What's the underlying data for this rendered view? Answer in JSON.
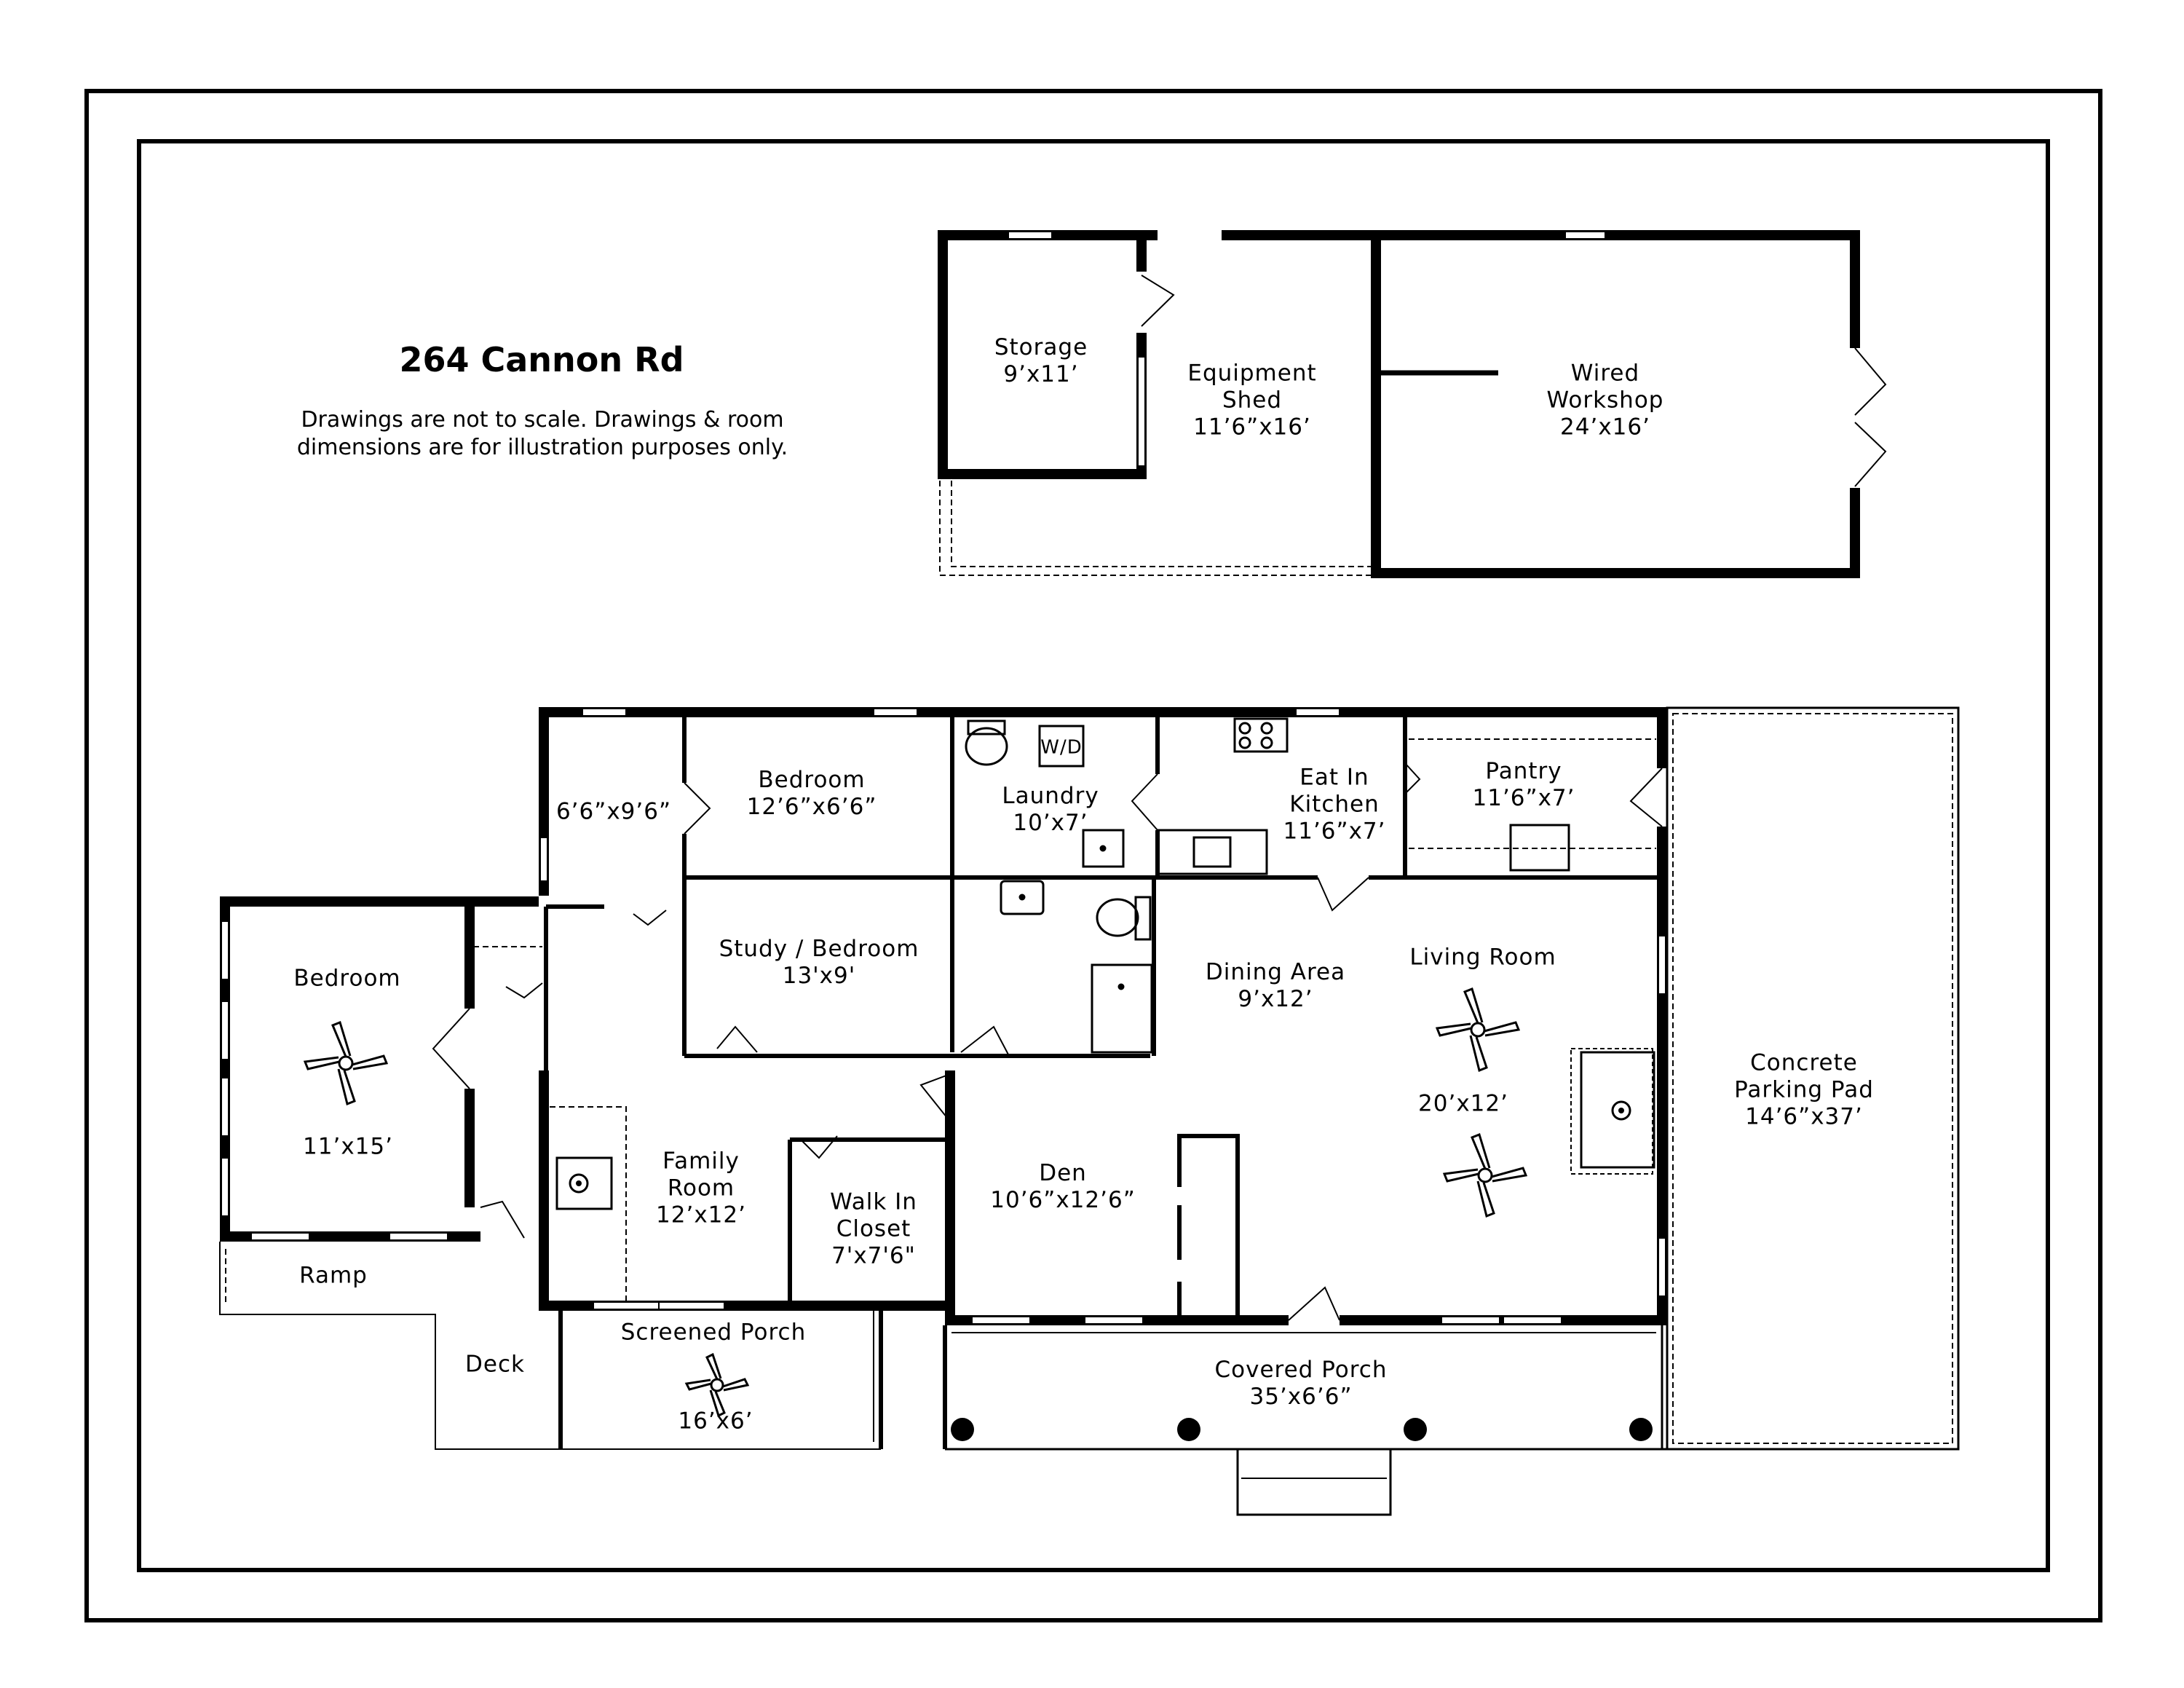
{
  "title": "264 Cannon Rd",
  "disclaimer": {
    "line1": "Drawings are not to scale. Drawings & room",
    "line2": "dimensions are for illustration purposes only."
  },
  "appliance_labels": {
    "washer_dryer": "W/D"
  },
  "rooms": {
    "storage": {
      "name": "Storage",
      "size": "9’x11’"
    },
    "equipment_shed": {
      "name1": "Equipment",
      "name2": "Shed",
      "size": "11’6”x16’"
    },
    "wired_workshop": {
      "name1": "Wired",
      "name2": "Workshop",
      "size": "24’x16’"
    },
    "hall_closet": {
      "size": "6’6”x9’6”"
    },
    "bedroom_upper": {
      "name": "Bedroom",
      "size": "12’6”x6’6”"
    },
    "laundry": {
      "name": "Laundry",
      "size": "10’x7’"
    },
    "eat_in_kitchen": {
      "name1": "Eat In",
      "name2": "Kitchen",
      "size": "11’6”x7’"
    },
    "pantry": {
      "name": "Pantry",
      "size": "11’6”x7’"
    },
    "bedroom_left": {
      "name": "Bedroom",
      "size": "11’x15’"
    },
    "study_bedroom": {
      "name": "Study / Bedroom",
      "size": "13'x9'"
    },
    "dining_area": {
      "name": "Dining Area",
      "size": "9’x12’"
    },
    "living_room": {
      "name": "Living Room",
      "size": "20’x12’"
    },
    "concrete_pad": {
      "name1": "Concrete",
      "name2": "Parking Pad",
      "size": "14’6”x37’"
    },
    "family_room": {
      "name1": "Family",
      "name2": "Room",
      "size": "12’x12’"
    },
    "walk_in_closet": {
      "name1": "Walk In",
      "name2": "Closet",
      "size": "7'x7'6\""
    },
    "den": {
      "name": "Den",
      "size": "10’6”x12’6”"
    },
    "ramp": {
      "name": "Ramp"
    },
    "deck": {
      "name": "Deck"
    },
    "screened_porch": {
      "name": "Screened Porch",
      "size": "16’x6’"
    },
    "covered_porch": {
      "name": "Covered Porch",
      "size": "35’x6’6”"
    }
  }
}
